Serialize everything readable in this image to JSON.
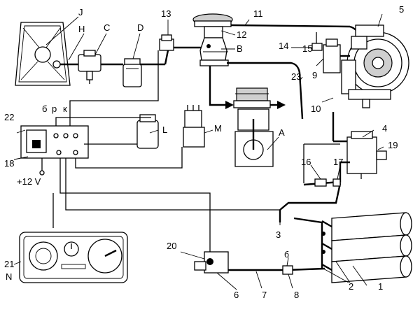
{
  "callouts": {
    "n1": "1",
    "n2": "2",
    "n3": "3",
    "n4": "4",
    "n5": "5",
    "n6": "6",
    "n7": "7",
    "n8": "8",
    "n9": "9",
    "n10": "10",
    "n11": "11",
    "n12": "12",
    "n13": "13",
    "n14": "14",
    "n15": "15",
    "n16": "16",
    "n17": "17",
    "n18": "18",
    "n19": "19",
    "n20": "20",
    "n21": "21",
    "n22": "22",
    "n23": "23",
    "J": "J",
    "H": "H",
    "C": "C",
    "D": "D",
    "B": "B",
    "L": "L",
    "M": "M",
    "A": "A",
    "N": "N"
  },
  "switch_panel": {
    "top_labels": [
      "б",
      "р",
      "к"
    ],
    "supply_label": "+12 V"
  },
  "valve_label": "б"
}
